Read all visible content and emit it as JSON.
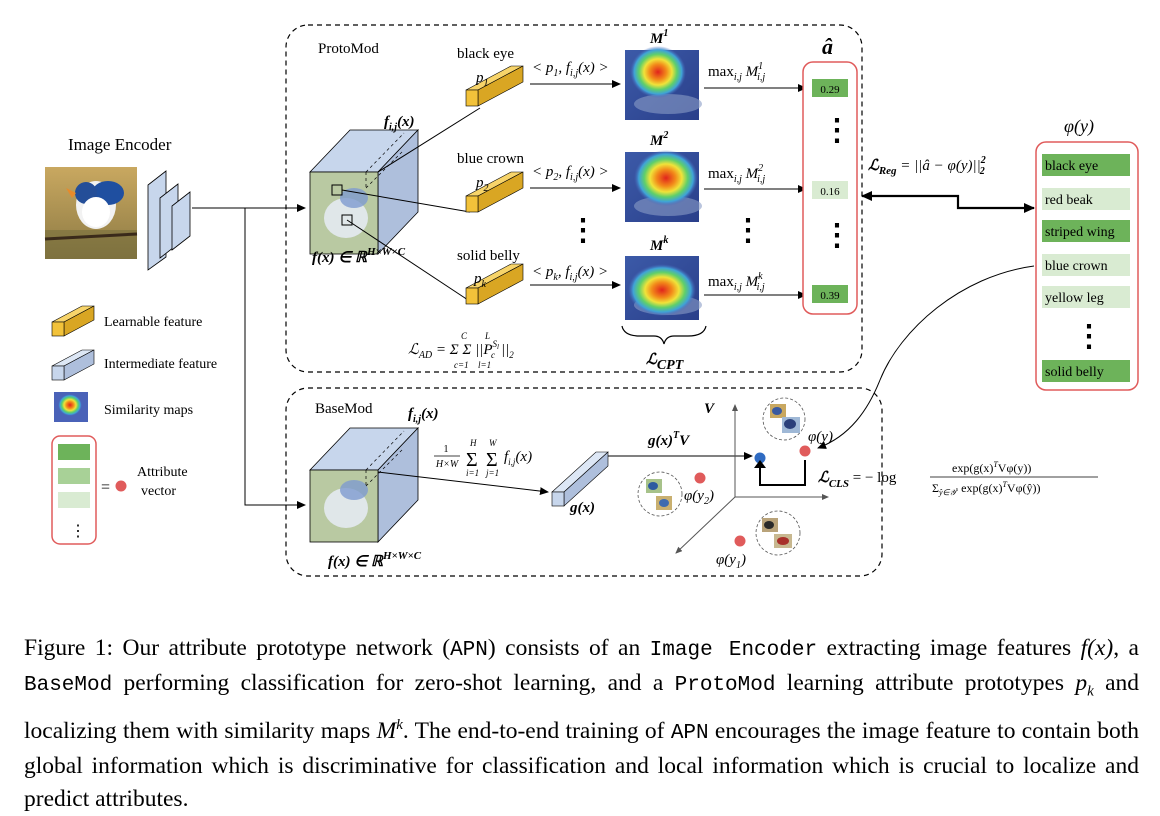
{
  "colors": {
    "learnable": "#f2c23a",
    "intermediate": "#c7d6ec",
    "attr_dark": "#6db35a",
    "attr_light": "#d9ebd2",
    "attr_border": "#e05b5b",
    "point_red": "#e05b5b",
    "point_blue": "#2f6bc2"
  },
  "diagram": {
    "image_encoder": "Image Encoder",
    "protomod": "ProtoMod",
    "basemod": "BaseMod",
    "fij": "f",
    "fij_sub": "i,j",
    "fij_arg": "(x)",
    "fx_top": "f(x) ∈ ℝ",
    "fx_top_sup": "H×W×C",
    "fx_bottom": "f(x) ∈ ℝ",
    "fx_bottom_sup": "H×W×C",
    "protos": [
      {
        "attr": "black eye",
        "p": "p",
        "p_sub": "1",
        "sim": "< p",
        "sim_sub": "1",
        "sim_rest": ", f",
        "sim_sub2": "i,j",
        "sim_end": "(x) >",
        "M": "M",
        "M_sup": "1",
        "max": "max",
        "max_sub": "i,j",
        "max_M": " M",
        "max_sup": "1",
        "max_sub2": "i,j"
      },
      {
        "attr": "blue crown",
        "p": "p",
        "p_sub": "2",
        "sim": "< p",
        "sim_sub": "2",
        "sim_rest": ", f",
        "sim_sub2": "i,j",
        "sim_end": "(x) >",
        "M": "M",
        "M_sup": "2",
        "max": "max",
        "max_sub": "i,j",
        "max_M": " M",
        "max_sup": "2",
        "max_sub2": "i,j"
      },
      {
        "attr": "solid belly",
        "p": "p",
        "p_sub": "k",
        "sim": "< p",
        "sim_sub": "k",
        "sim_rest": ", f",
        "sim_sub2": "i,j",
        "sim_end": "(x) >",
        "M": "M",
        "M_sup": "k",
        "max": "max",
        "max_sub": "i,j",
        "max_M": " M",
        "max_sup": "k",
        "max_sub2": "i,j"
      }
    ],
    "a_hat": "â",
    "a_hat_values": [
      "0.29",
      "0.16",
      "0.39"
    ],
    "phi_y": "φ(y)",
    "attributes": [
      "black eye",
      "red beak",
      "striped wing",
      "blue crown",
      "yellow leg",
      "solid belly"
    ],
    "l_reg": "ℒ",
    "l_reg_sub": "Reg",
    "l_reg_eq": " = ||â − φ(y)||",
    "l_reg_sup": "2",
    "l_reg_sub2": "2",
    "l_ad": "ℒ",
    "l_ad_sub": "AD",
    "l_ad_eq": " = Σ Σ ||P",
    "l_ad_sup": "S",
    "l_ad_sup2": "l",
    "l_ad_sub2": "c",
    "l_ad_end": "||",
    "l_ad_end_sub": "2",
    "l_ad_sum1_top": "C",
    "l_ad_sum1_bot": "c=1",
    "l_ad_sum2_top": "L",
    "l_ad_sum2_bot": "l=1",
    "l_cpt": "ℒ",
    "l_cpt_sub": "CPT",
    "gap_frac_num": "1",
    "gap_frac_den": "H×W",
    "gap_sum1_top": "H",
    "gap_sum1_bot": "i=1",
    "gap_sum2_top": "W",
    "gap_sum2_bot": "j=1",
    "gap_f": "f",
    "gap_f_sub": "i,j",
    "gap_f_arg": "(x)",
    "gx": "g(x)",
    "gxtv": "g(x)",
    "gxtv_sup": "T",
    "gxtv_end": "V",
    "V": "V",
    "phi_y_pt": "φ(y)",
    "phi_y1": "φ(y",
    "phi_y1_sub": "1",
    "phi_y1_end": ")",
    "phi_y2": "φ(y",
    "phi_y2_sub": "2",
    "phi_y2_end": ")",
    "l_cls": "ℒ",
    "l_cls_sub": "CLS",
    "l_cls_eq": " = − log",
    "l_cls_num": "exp(g(x)",
    "l_cls_num_sup": "T",
    "l_cls_num_end": "Vφ(y))",
    "l_cls_den": "exp(g(x)",
    "l_cls_den_sum": "Σ",
    "l_cls_den_sub": "ŷ∈𝒴",
    "l_cls_den_sub_sup": "s",
    "l_cls_den_sup": "T",
    "l_cls_den_end": "Vφ(ŷ))",
    "legend": {
      "learnable": "Learnable feature",
      "intermediate": "Intermediate feature",
      "similarity": "Similarity maps",
      "attribute": "Attribute",
      "vector": "vector",
      "equals": "=",
      "dots": "⋮"
    },
    "dots_v": "⋮"
  },
  "caption": {
    "p1": "Figure 1:  Our attribute prototype network (",
    "apn1": "APN",
    "p2": ") consists of an ",
    "image_encoder": "Image Encoder",
    "p3": " extracting image features ",
    "fx": "f(x)",
    "p4": ", a ",
    "basemod": "BaseMod",
    "p5": " performing classification for zero-shot learning, and a ",
    "protomod": "ProtoMod",
    "p6": " learning attribute prototypes ",
    "pk": "p",
    "pk_sub": "k",
    "p7": " and localizing them with similarity maps ",
    "mk": "M",
    "mk_sup": "k",
    "p8": ". The end-to-end training of ",
    "apn2": "APN",
    "p9": " encourages the image feature to contain both global information which is discriminative for classification and local information which is crucial to localize and predict attributes."
  }
}
